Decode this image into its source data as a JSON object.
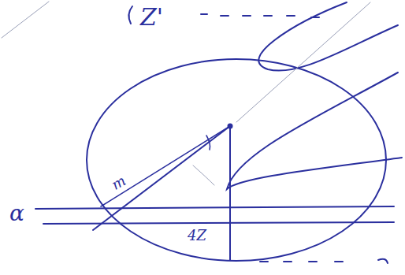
{
  "diagram": {
    "labels": [
      "Z'",
      "m",
      "α",
      "4Z"
    ]
  }
}
